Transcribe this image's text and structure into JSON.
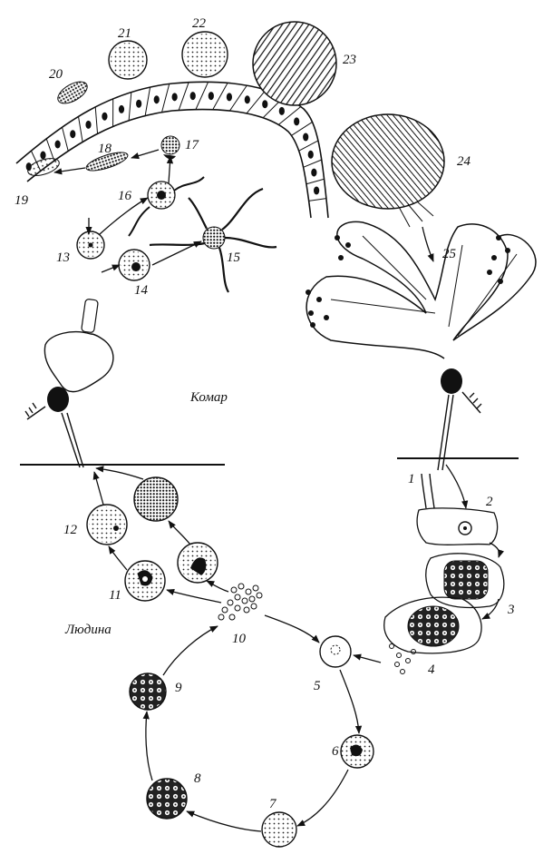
{
  "hosts": {
    "mosquito": "Комар",
    "human": "Людина"
  },
  "stage_numbers": [
    "1",
    "2",
    "3",
    "4",
    "5",
    "6",
    "7",
    "8",
    "9",
    "10",
    "11",
    "12",
    "13",
    "14",
    "15",
    "16",
    "17",
    "18",
    "19",
    "20",
    "21",
    "22",
    "23",
    "24",
    "25"
  ],
  "colors": {
    "ink": "#111111",
    "paper": "#ffffff"
  }
}
